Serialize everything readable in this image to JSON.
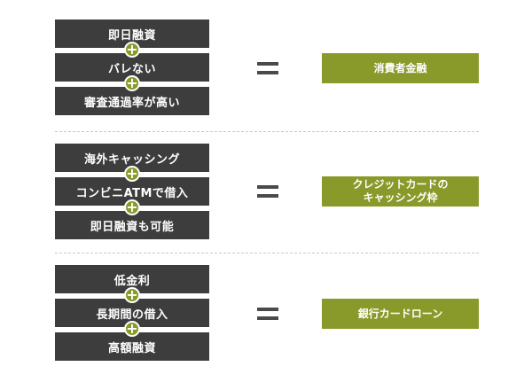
{
  "groups": [
    {
      "conditions": [
        "即日融資",
        "バレない",
        "審査通過率が高い"
      ],
      "plus_symbol": "+",
      "result": "消費者金融"
    },
    {
      "conditions": [
        "海外キャッシング",
        "コンビニATMで借入",
        "即日融資も可能"
      ],
      "plus_symbol": "+",
      "result": "クレジットカードの\nキャッシング枠"
    },
    {
      "conditions": [
        "低金利",
        "長期間の借入",
        "高額融資"
      ],
      "plus_symbol": "+",
      "result": "銀行カードローン"
    }
  ],
  "colors": {
    "condition_bg": "#3d3d3d",
    "accent": "#8a9a2a",
    "equals": "#4a4a4a",
    "divider": "#c8c8c8"
  },
  "icons": {
    "plus": "plus-circle-icon",
    "equals": "equals-icon"
  }
}
